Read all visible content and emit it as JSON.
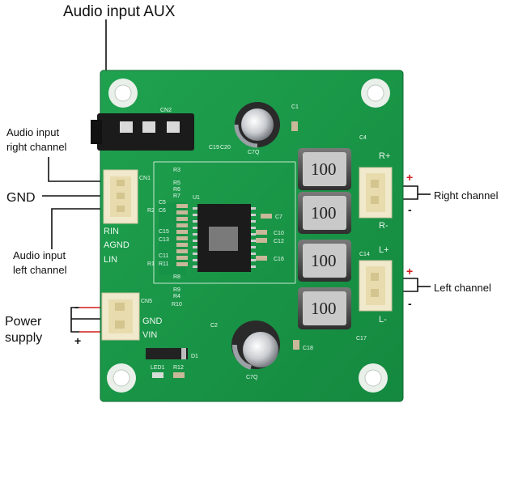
{
  "callouts": {
    "aux": "Audio input AUX",
    "right_in_1": "Audio input",
    "right_in_2": "right channel",
    "gnd": "GND",
    "left_in_1": "Audio input",
    "left_in_2": "left channel",
    "power_1": "Power",
    "power_2": "supply",
    "right_channel": "Right channel",
    "left_channel": "Left channel"
  },
  "polarity": {
    "plus": "+",
    "minus": "-"
  },
  "silkscreen": {
    "cn1": "CN1",
    "cn2": "CN2",
    "cn5": "CN5",
    "rin": "RIN",
    "agnd": "AGND",
    "lin": "LIN",
    "gnd": "GND",
    "vin": "VIN",
    "r_plus": "R+",
    "r_minus": "R-",
    "l_plus": "L+",
    "l_minus": "L-",
    "u1": "U1",
    "d1": "D1",
    "led1": "LED1",
    "r12": "R12",
    "c1": "C1",
    "c2": "C2",
    "c18": "C18",
    "c19": "C19",
    "c20": "C20",
    "c7": "C7",
    "c10": "C10",
    "c12": "C12",
    "c16": "C16",
    "c4": "C4",
    "c14": "C14",
    "c17": "C17",
    "c15": "C15",
    "c11": "C11",
    "c6": "C6",
    "c5": "C5",
    "r1": "R1",
    "r2": "R2",
    "r3": "R3",
    "r4": "R4",
    "r5": "R5",
    "r6": "R6",
    "r7": "R7",
    "r8": "R8",
    "r9": "R9",
    "r10": "R10",
    "r11": "R11",
    "c13": "C13",
    "cap_mark_top": "C7Q",
    "cap_mark_bottom": "C7Q"
  },
  "inductors": [
    "100",
    "100",
    "100",
    "100"
  ]
}
